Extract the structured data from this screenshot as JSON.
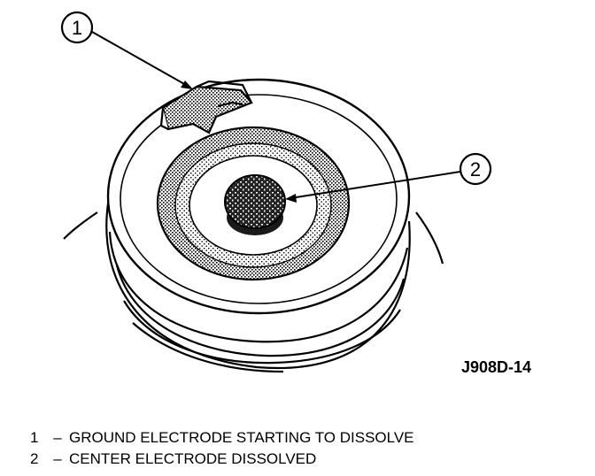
{
  "figure": {
    "id_label": "J908D-14",
    "callouts": [
      {
        "number": "1"
      },
      {
        "number": "2"
      }
    ]
  },
  "legend": [
    {
      "number": "1",
      "dash": "–",
      "text": "GROUND ELECTRODE STARTING TO DISSOLVE"
    },
    {
      "number": "2",
      "dash": "–",
      "text": "CENTER ELECTRODE DISSOLVED"
    }
  ],
  "colors": {
    "ink": "#000000",
    "paper": "#ffffff",
    "shade": "#b8b8b8"
  }
}
